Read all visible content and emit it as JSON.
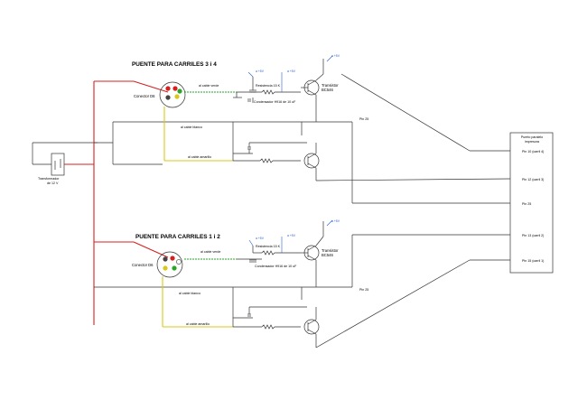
{
  "top": {
    "title": "PUENTE PARA CARRILES 3 i 4",
    "connector": "Conector D6",
    "green_wire": "al cable verde",
    "white_wire": "al cable blanco",
    "yellow_wire": "al cable amarillo",
    "resistor": "Resistencia 15 K",
    "capacitor": "Condensador H916 de 10 uF",
    "transistor_name": "Transistor",
    "transistor_model": "BC546",
    "vcc1": "a +5V",
    "vcc2": "a +5V",
    "vcc3": "a +5V",
    "pin": "Pin 25"
  },
  "bottom": {
    "title": "PUENTE PARA CARRILES 1 i 2",
    "connector": "Conector D6",
    "green_wire": "al cable verde",
    "white_wire": "al cable blanco",
    "yellow_wire": "al cable amarillo",
    "resistor": "Resistencia 15 K",
    "capacitor": "Condensador H916 de 10 uF",
    "transistor_name": "Transistor",
    "transistor_model": "BC546",
    "vcc1": "a +5V",
    "vcc2": "a +5V",
    "vcc3": "a +5V",
    "pin": "Pin 25"
  },
  "transformer": {
    "label1": "Transformador",
    "label2": "de 12 V"
  },
  "port": {
    "title1": "Puerto paralelo",
    "title2": "impresora",
    "pins": [
      "Pin 10 (carril 4)",
      "Pin 12 (carril 3)",
      "Pin 25",
      "Pin 13 (carril 2)",
      "Pin 15 (carril 1)"
    ]
  },
  "colors": {
    "red": "#d62020",
    "yellow": "#d8c81a",
    "green": "#2aa52a",
    "blue": "#2a5fcc"
  }
}
